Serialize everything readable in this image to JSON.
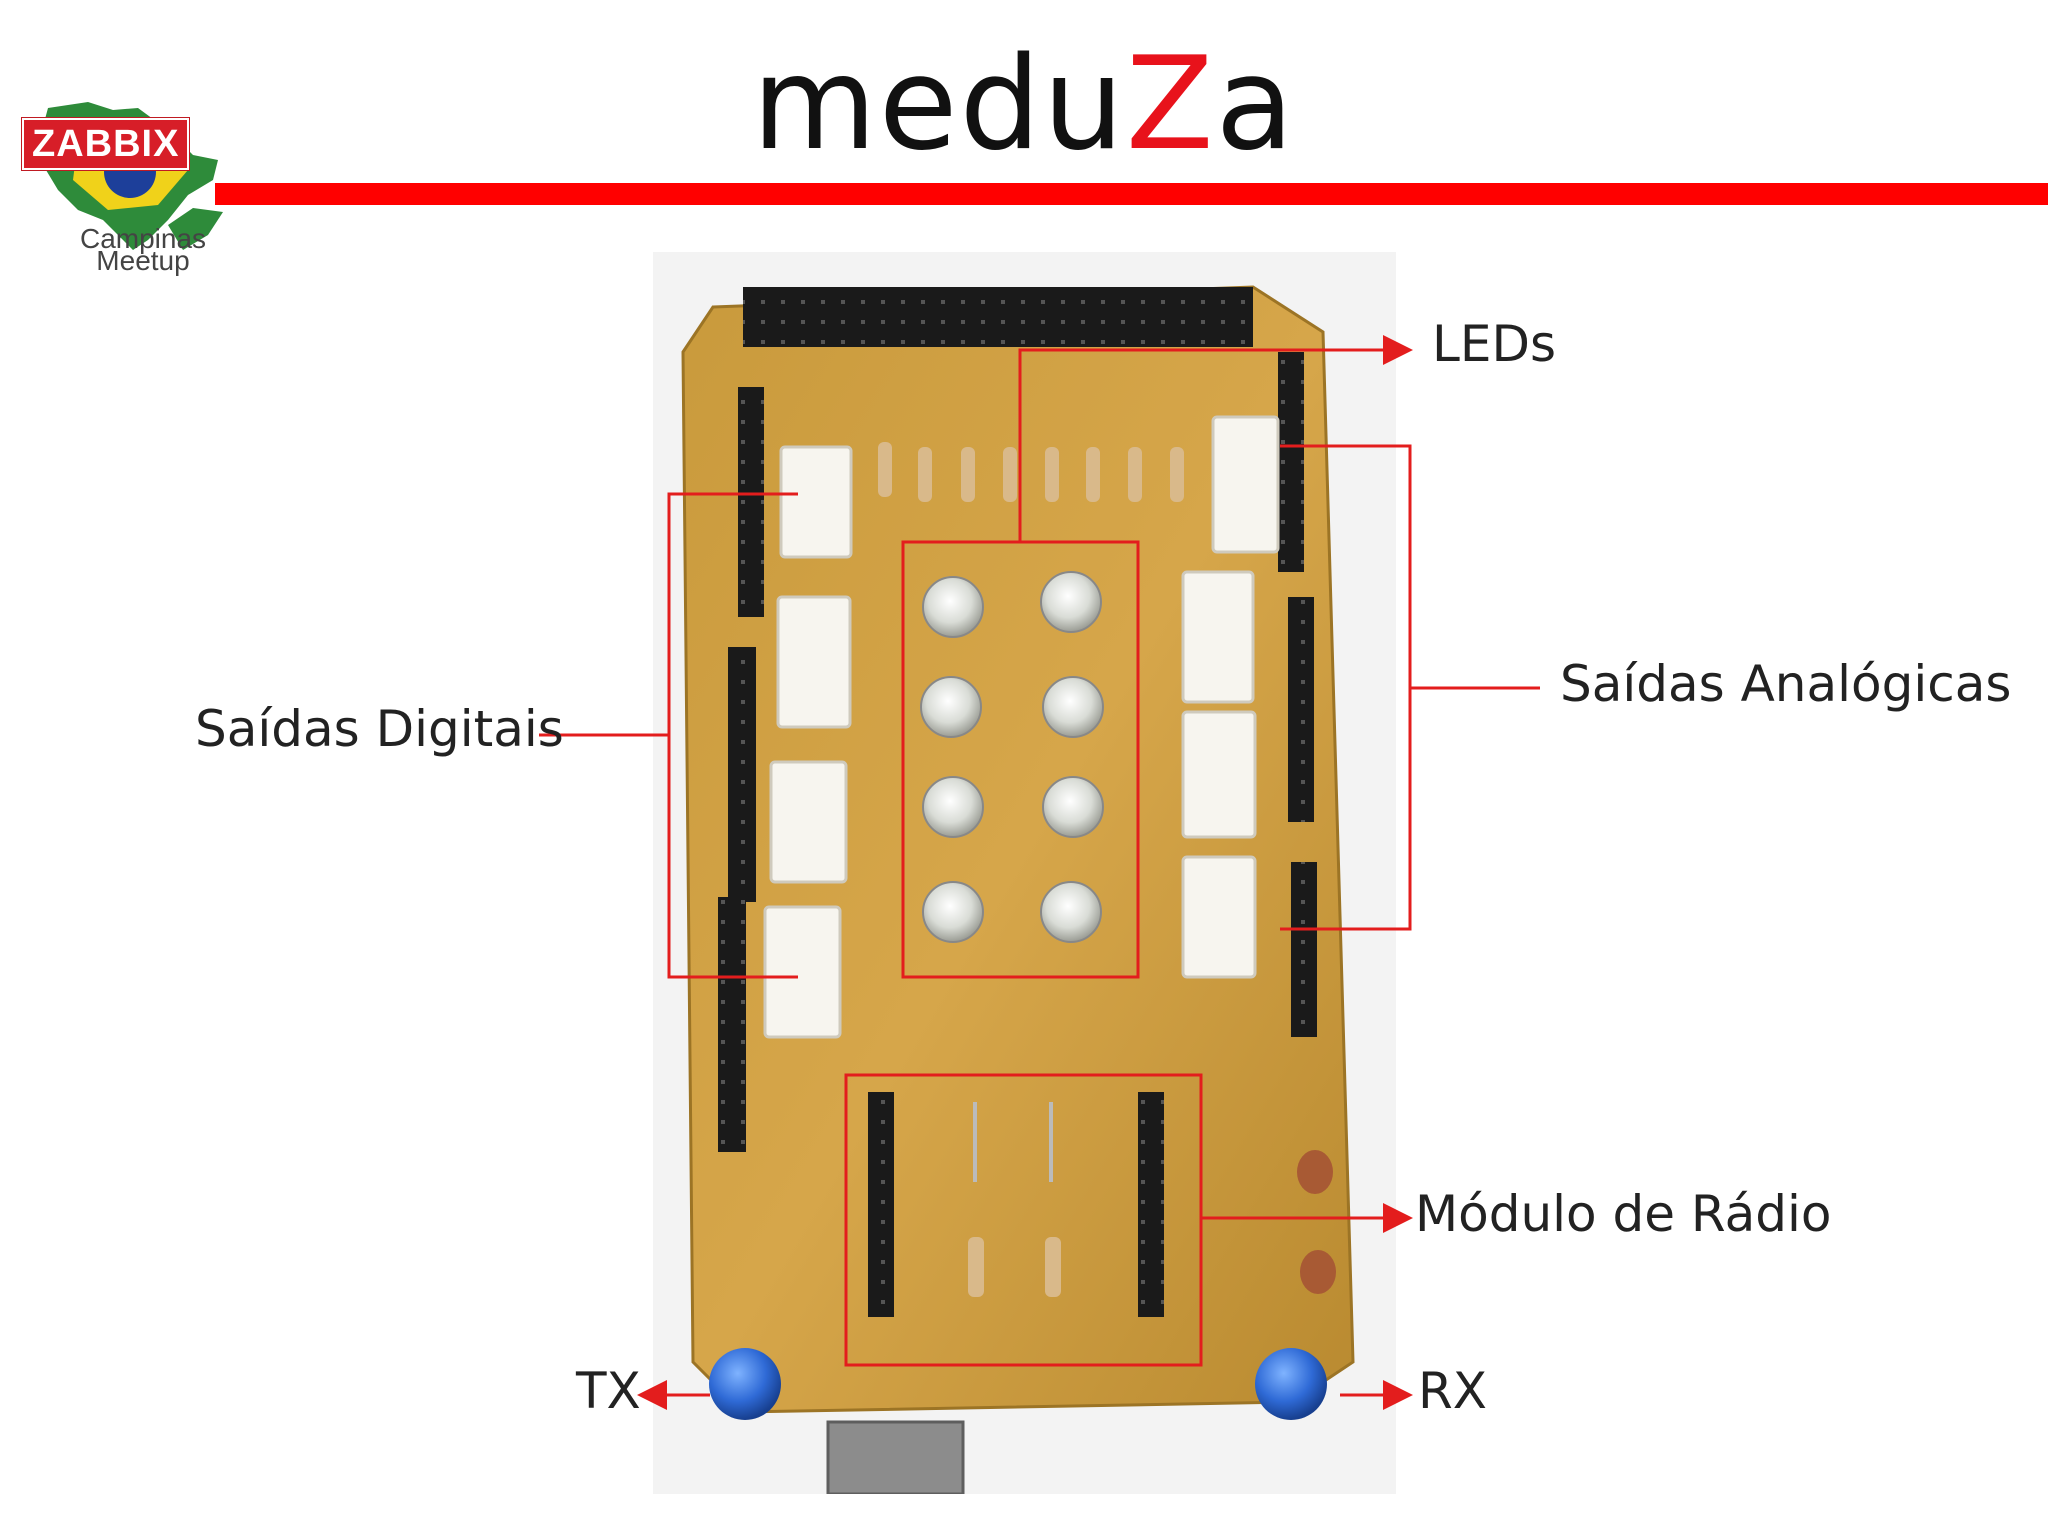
{
  "slide": {
    "title_pre": "medu",
    "title_accent": "Z",
    "title_post": "a",
    "accent_color": "#e8121b",
    "rule_color": "#ff0000",
    "callout_color": "#e31d1d"
  },
  "logo": {
    "badge": "ZABBIX",
    "line1": "Campinas",
    "line2": "Meetup"
  },
  "labels": {
    "leds": "LEDs",
    "analog": "Saídas Analógicas",
    "digital": "Saídas Digitais",
    "radio": "Módulo de Rádio",
    "tx": "TX",
    "rx": "RX"
  }
}
